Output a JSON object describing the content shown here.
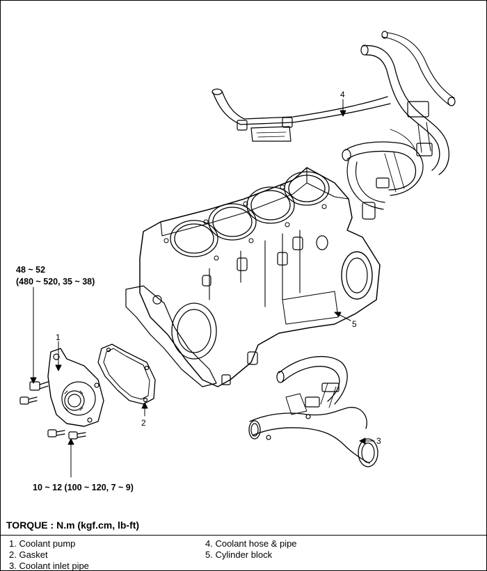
{
  "torque_values": {
    "pump_upper": [
      "48 ~ 52",
      "(480 ~ 520, 35 ~ 38)"
    ],
    "pump_lower": "10 ~ 12 (100 ~ 120, 7 ~ 9)"
  },
  "callouts": [
    "1",
    "2",
    "3",
    "4",
    "5"
  ],
  "torque_title": "TORQUE : N.m (kgf.cm, lb-ft)",
  "legend": [
    "1.  Coolant pump",
    "2.  Gasket",
    "3.  Coolant inlet pipe",
    "4.  Coolant hose & pipe",
    "5.  Cylinder block"
  ]
}
